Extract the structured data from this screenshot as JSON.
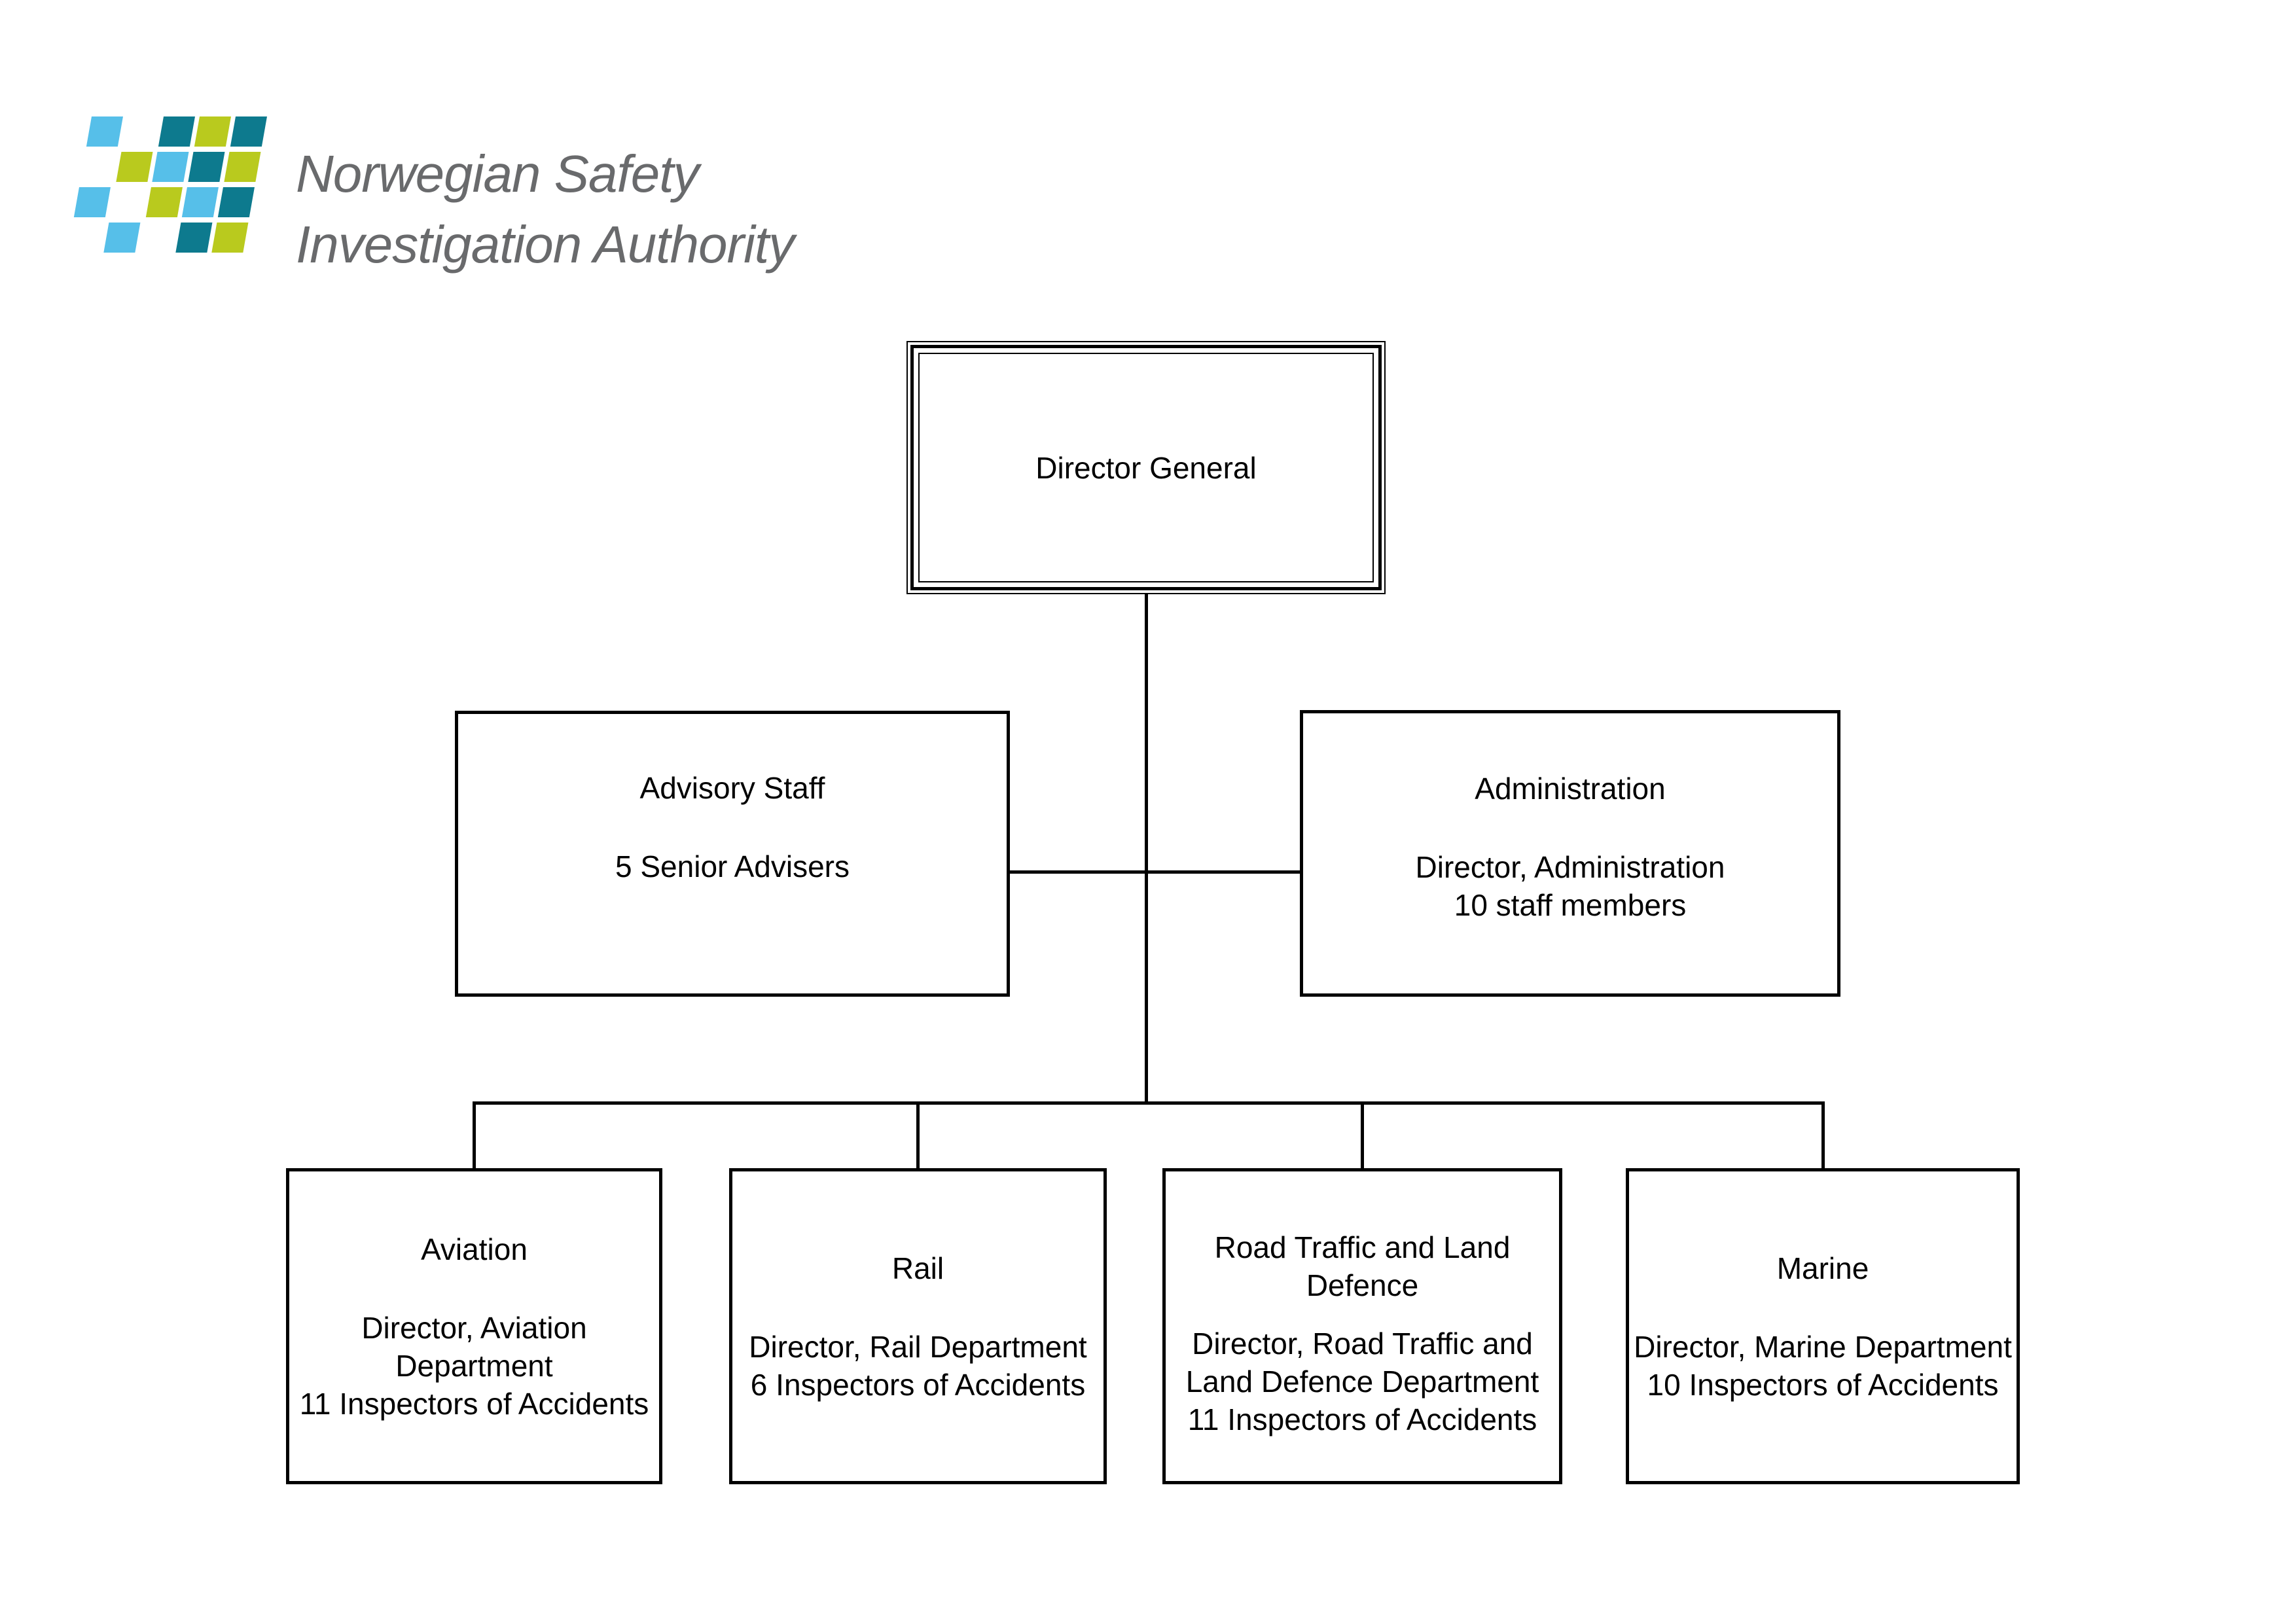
{
  "logo": {
    "line1": "Norwegian Safety",
    "line2": "Investigation Authority",
    "colors": {
      "light_blue": "#56BFE9",
      "teal": "#0D7A8E",
      "green": "#B9CA1E",
      "text_gray": "#696A6C"
    },
    "mosaic": [
      {
        "r": 1,
        "c": 1,
        "color": "light_blue"
      },
      {
        "r": 1,
        "c": 3,
        "color": "teal"
      },
      {
        "r": 1,
        "c": 4,
        "color": "green"
      },
      {
        "r": 1,
        "c": 5,
        "color": "teal"
      },
      {
        "r": 2,
        "c": 2,
        "color": "green"
      },
      {
        "r": 2,
        "c": 3,
        "color": "light_blue"
      },
      {
        "r": 2,
        "c": 4,
        "color": "teal"
      },
      {
        "r": 2,
        "c": 5,
        "color": "green"
      },
      {
        "r": 3,
        "c": 1,
        "color": "light_blue"
      },
      {
        "r": 3,
        "c": 3,
        "color": "green"
      },
      {
        "r": 3,
        "c": 4,
        "color": "light_blue"
      },
      {
        "r": 3,
        "c": 5,
        "color": "teal"
      },
      {
        "r": 4,
        "c": 2,
        "color": "light_blue"
      },
      {
        "r": 4,
        "c": 4,
        "color": "teal"
      },
      {
        "r": 4,
        "c": 5,
        "color": "green"
      }
    ]
  },
  "org": {
    "director_general": {
      "title": "Director General"
    },
    "advisory": {
      "title": "Advisory Staff",
      "body1": "5 Senior Advisers"
    },
    "administration": {
      "title": "Administration",
      "body1": "Director, Administration",
      "body2": "10 staff members"
    },
    "aviation": {
      "title": "Aviation",
      "body1": "Director, Aviation Department",
      "body2": "11 Inspectors of Accidents"
    },
    "rail": {
      "title": "Rail",
      "body1": "Director, Rail Department",
      "body2": "6 Inspectors of Accidents"
    },
    "road_traffic": {
      "title": "Road Traffic and Land Defence",
      "body1": "Director, Road Traffic and Land Defence Department",
      "body2": "11 Inspectors of Accidents"
    },
    "marine": {
      "title": "Marine",
      "body1": "Director, Marine Department",
      "body2": "10 Inspectors of Accidents"
    }
  }
}
